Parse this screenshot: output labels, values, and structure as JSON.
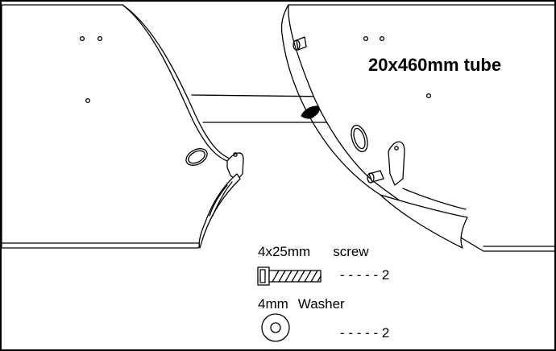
{
  "labels": {
    "tube": "20x460mm tube",
    "screw_size": "4x25mm",
    "screw_name": "screw",
    "screw_qty": "- - - - - 2",
    "washer_size": "4mm",
    "washer_name": "Washer",
    "washer_qty": "- - - - - 2"
  },
  "colors": {
    "line": "#000000",
    "background": "#ffffff"
  }
}
